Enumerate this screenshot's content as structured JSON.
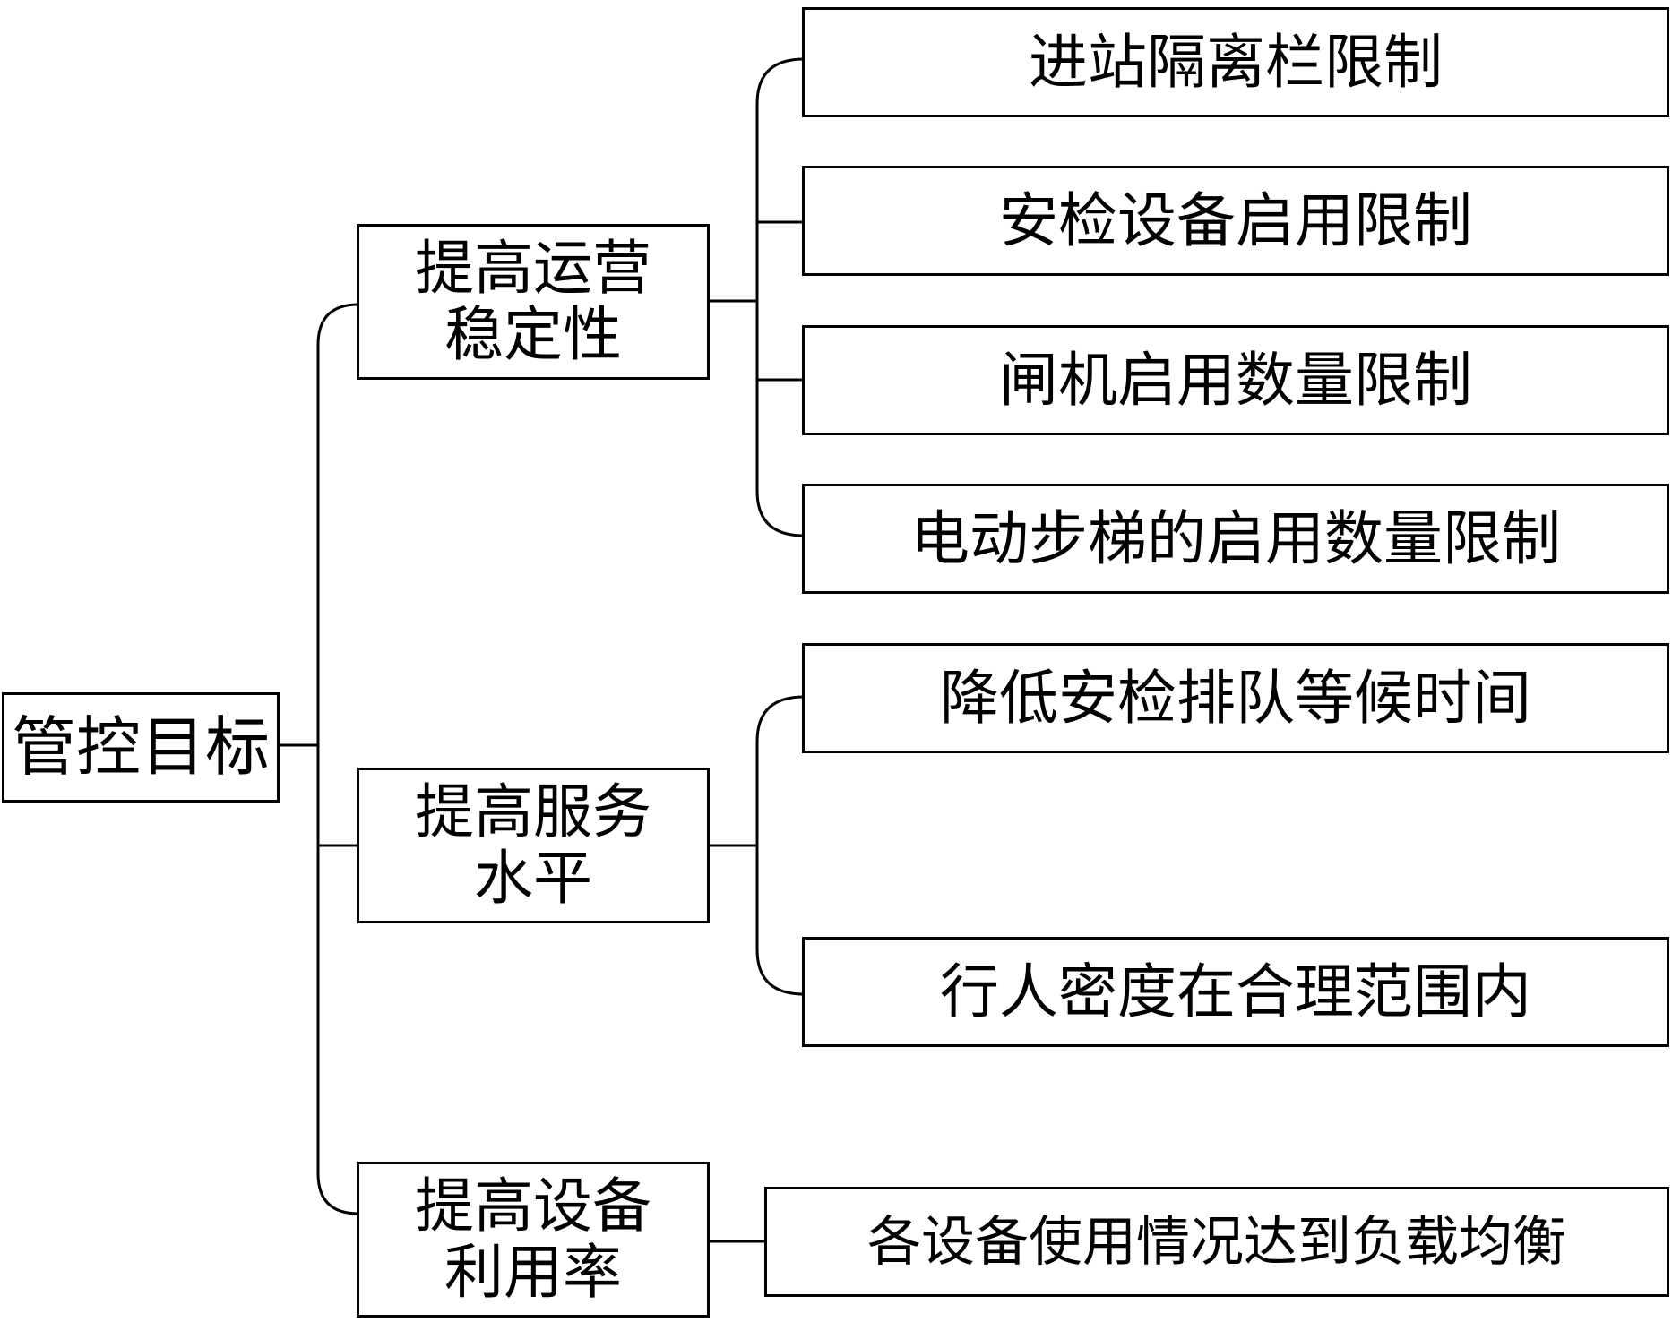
{
  "root": {
    "label": "管控目标"
  },
  "branches": [
    {
      "label": "提高运营\n稳定性",
      "leaves": [
        "进站隔离栏限制",
        "安检设备启用限制",
        "闸机启用数量限制",
        "电动步梯的启用数量限制"
      ]
    },
    {
      "label": "提高服务\n水平",
      "leaves": [
        "降低安检排队等候时间",
        "行人密度在合理范围内"
      ]
    },
    {
      "label": "提高设备\n利用率",
      "leaves": [
        "各设备使用情况达到负载均衡"
      ]
    }
  ],
  "colors": {
    "stroke": "#000000",
    "background": "#ffffff"
  }
}
